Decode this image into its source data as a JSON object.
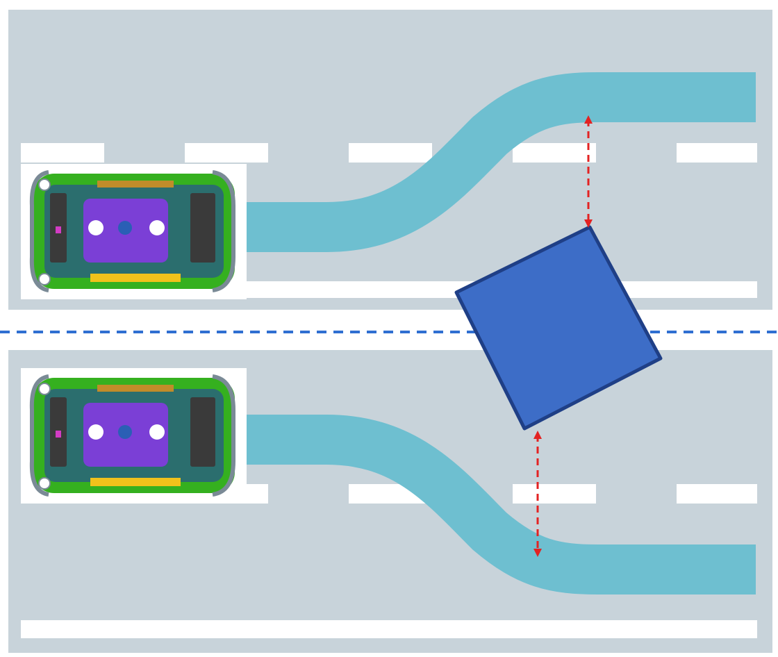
{
  "colors": {
    "background": "#ffffff",
    "road": "#c8d3da",
    "lane_marking": "#ffffff",
    "center_divider": "#2f6fd1",
    "path": "#6ebfd0",
    "obstacle_fill": "#3d6dc7",
    "obstacle_border": "#1f3f86",
    "distance_arrow": "#e32222",
    "vehicle_body": "#35b01f",
    "vehicle_cabin": "#2b6e6e",
    "vehicle_deck": "#7b3fd6",
    "vehicle_accent": "#f1c21b",
    "vehicle_window": "#3a3a3a"
  },
  "scenes": [
    {
      "name": "upper-lane",
      "vehicle": "autonomous-vehicle-top-view",
      "path": "swerve-left",
      "clearance_arrow": "gap-to-obstacle-top"
    },
    {
      "name": "lower-lane",
      "vehicle": "autonomous-vehicle-top-view",
      "path": "swerve-right",
      "clearance_arrow": "gap-to-obstacle-bottom"
    }
  ],
  "obstacle": {
    "shape": "tilted-square"
  },
  "divider_style": "dashed"
}
